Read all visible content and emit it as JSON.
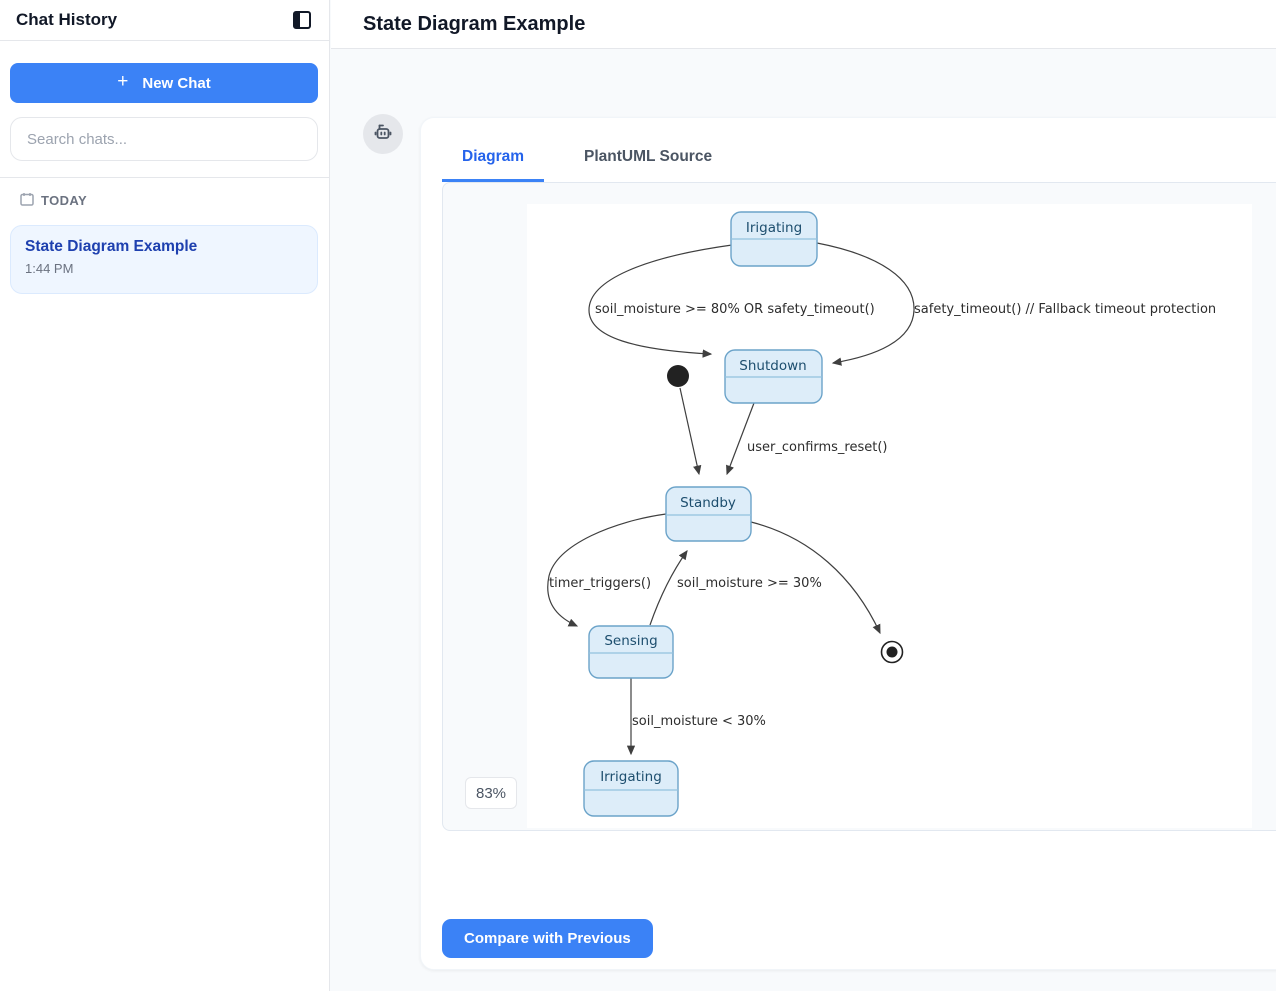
{
  "sidebar": {
    "title": "Chat History",
    "new_chat": {
      "plus": "+",
      "label": "New Chat"
    },
    "search_placeholder": "Search chats...",
    "section_label": "TODAY",
    "chats": [
      {
        "title": "State Diagram Example",
        "time": "1:44 PM"
      }
    ]
  },
  "header": {
    "title": "State Diagram Example"
  },
  "tabs": [
    {
      "label": "Diagram",
      "active": true
    },
    {
      "label": "PlantUML Source",
      "active": false
    }
  ],
  "viewer": {
    "zoom_label": "83%"
  },
  "actions": {
    "compare_label": "Compare with Previous"
  },
  "colors": {
    "accent": "#3b82f6",
    "active_tab": "#2563eb",
    "chat_item_bg": "#eff6ff",
    "chat_item_title": "#1e40af",
    "page_bg": "#f8fafc",
    "state_fill": "#ddedf9",
    "state_border": "#6ba3c9",
    "state_text": "#1d4e6e"
  },
  "diagram": {
    "type": "plantuml-state-diagram",
    "states": [
      {
        "id": "irigating_top",
        "label": "Irigating"
      },
      {
        "id": "shutdown",
        "label": "Shutdown"
      },
      {
        "id": "standby",
        "label": "Standby"
      },
      {
        "id": "sensing",
        "label": "Sensing"
      },
      {
        "id": "irrigating_bottom",
        "label": "Irrigating"
      }
    ],
    "pseudostates": [
      {
        "id": "initial",
        "type": "initial"
      },
      {
        "id": "final",
        "type": "final"
      }
    ],
    "edges": [
      {
        "from": "Irigating",
        "to": "Shutdown",
        "label": "soil_moisture >= 80% OR safety_timeout()"
      },
      {
        "from": "Irigating",
        "to": "Shutdown",
        "label": "safety_timeout() // Fallback timeout protection"
      },
      {
        "from": "initial",
        "to": "Standby",
        "label": ""
      },
      {
        "from": "Shutdown",
        "to": "Standby",
        "label": "user_confirms_reset()"
      },
      {
        "from": "Standby",
        "to": "Sensing",
        "label": "timer_triggers()"
      },
      {
        "from": "Sensing",
        "to": "Standby",
        "label": "soil_moisture >= 30%"
      },
      {
        "from": "Standby",
        "to": "final",
        "label": ""
      },
      {
        "from": "Sensing",
        "to": "Irrigating",
        "label": "soil_moisture < 30%"
      }
    ]
  }
}
